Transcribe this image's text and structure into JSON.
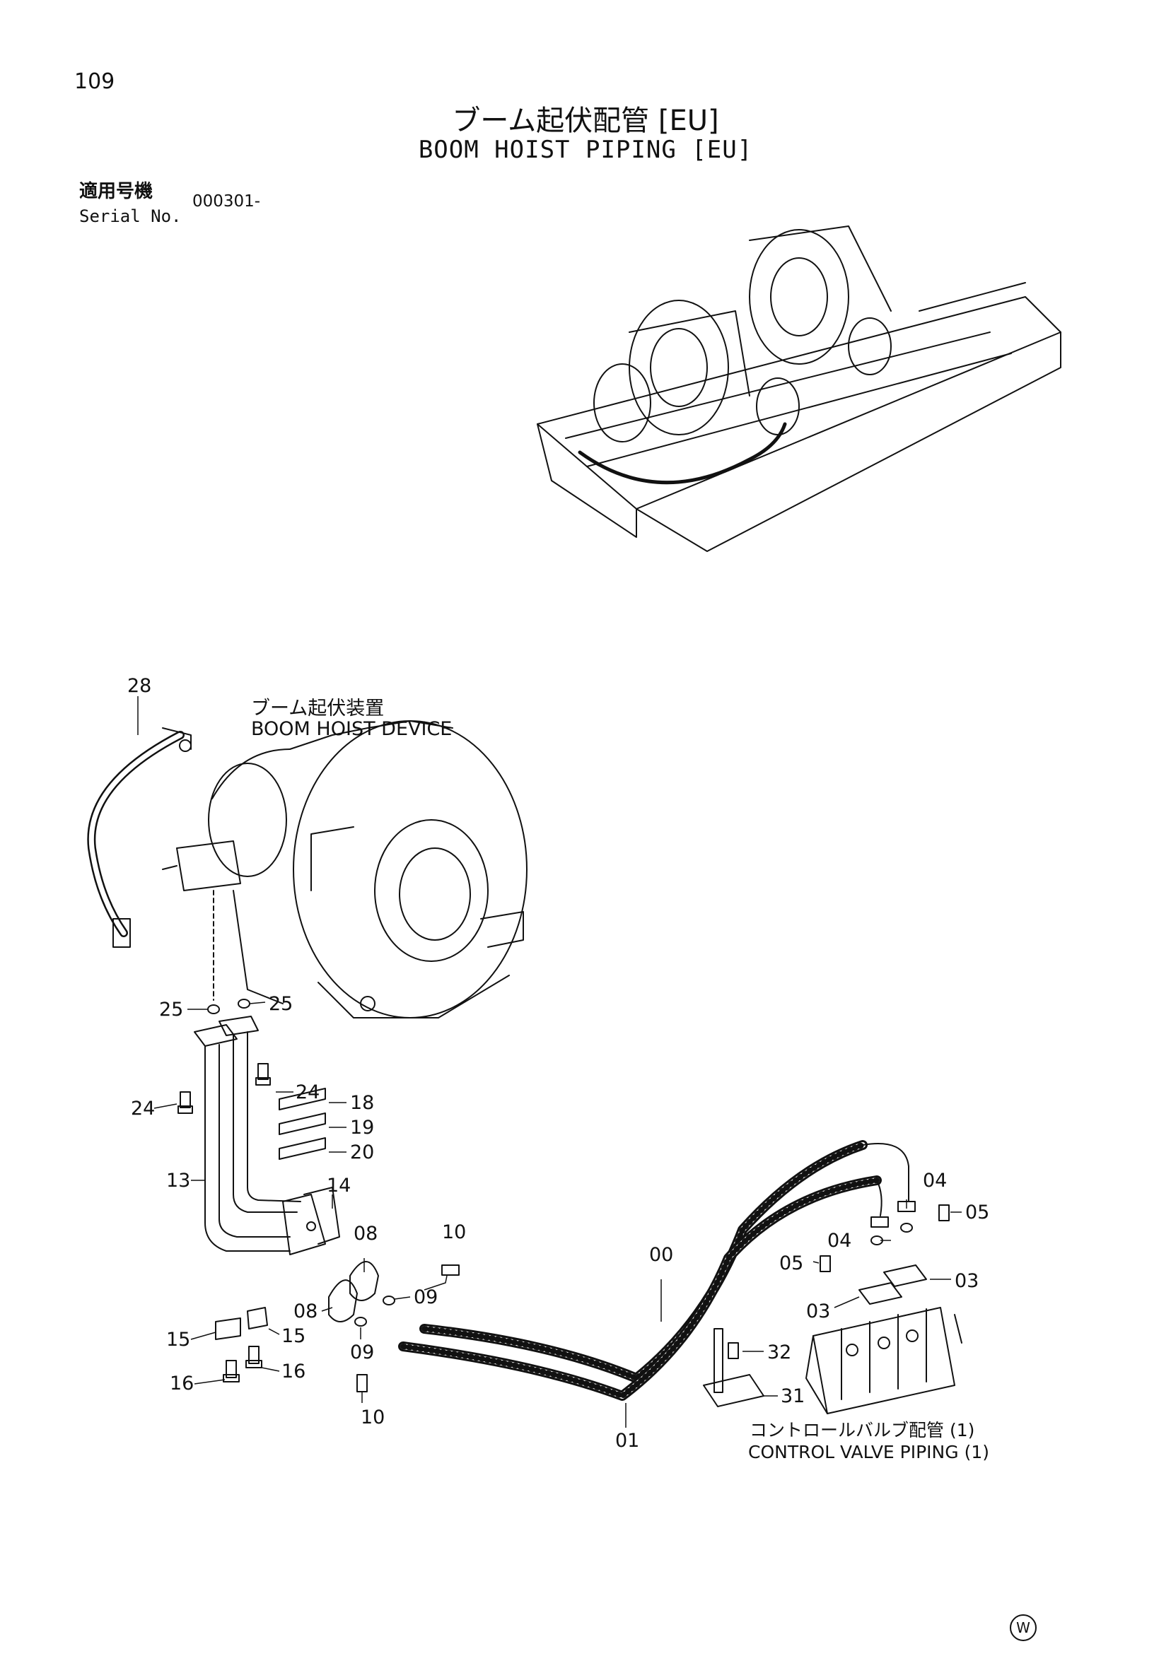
{
  "header": {
    "page_number": "109",
    "title_jp": "ブーム起伏配管 [EU]",
    "title_en": "BOOM HOIST PIPING [EU]"
  },
  "serial": {
    "label_jp": "適用号機",
    "label_en": "Serial No.",
    "value": "000301-"
  },
  "labels": {
    "boom_hoist_device_jp": "ブーム起伏装置",
    "boom_hoist_device_en": "BOOM HOIST DEVICE",
    "control_valve_piping_jp": "コントロールバルブ配管 (1)",
    "control_valve_piping_en": "CONTROL VALVE PIPING (1)"
  },
  "part_numbers": {
    "p28": "28",
    "p25a": "25",
    "p25b": "25",
    "p24a": "24",
    "p24b": "24",
    "p18": "18",
    "p19": "19",
    "p20": "20",
    "p13": "13",
    "p14": "14",
    "p08a": "08",
    "p08b": "08",
    "p10a": "10",
    "p10b": "10",
    "p09a": "09",
    "p09b": "09",
    "p15a": "15",
    "p15b": "15",
    "p16a": "16",
    "p16b": "16",
    "p00": "00",
    "p01": "01",
    "p04a": "04",
    "p04b": "04",
    "p05a": "05",
    "p05b": "05",
    "p03a": "03",
    "p03b": "03",
    "p32": "32",
    "p31": "31"
  },
  "footer": {
    "mark": "W"
  }
}
